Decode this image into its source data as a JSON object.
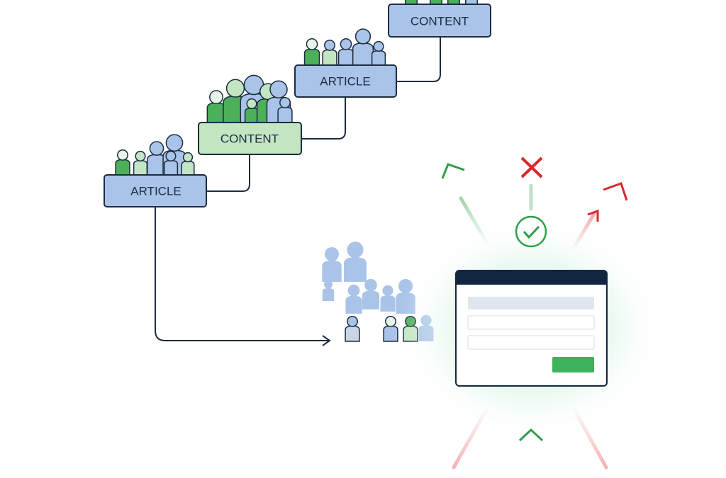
{
  "steps": [
    {
      "label": "ARTICLE",
      "color": "#a9c4e8"
    },
    {
      "label": "CONTENT",
      "color": "#c3e5c2"
    },
    {
      "label": "ARTICLE",
      "color": "#a9c4e8"
    },
    {
      "label": "CONTENT",
      "color": "#a9c4e8"
    }
  ],
  "colors": {
    "stroke": "#1c2c3e",
    "green": "#2e9e48",
    "red": "#d9262c",
    "form_header": "#13263f",
    "button": "#3cb35a",
    "people_blue": "#a9c4e8",
    "people_green": "#4caf5a"
  },
  "icons": [
    "check-circle-icon",
    "x-mark-icon",
    "arrow-icon",
    "person-icon",
    "form-window-icon"
  ]
}
